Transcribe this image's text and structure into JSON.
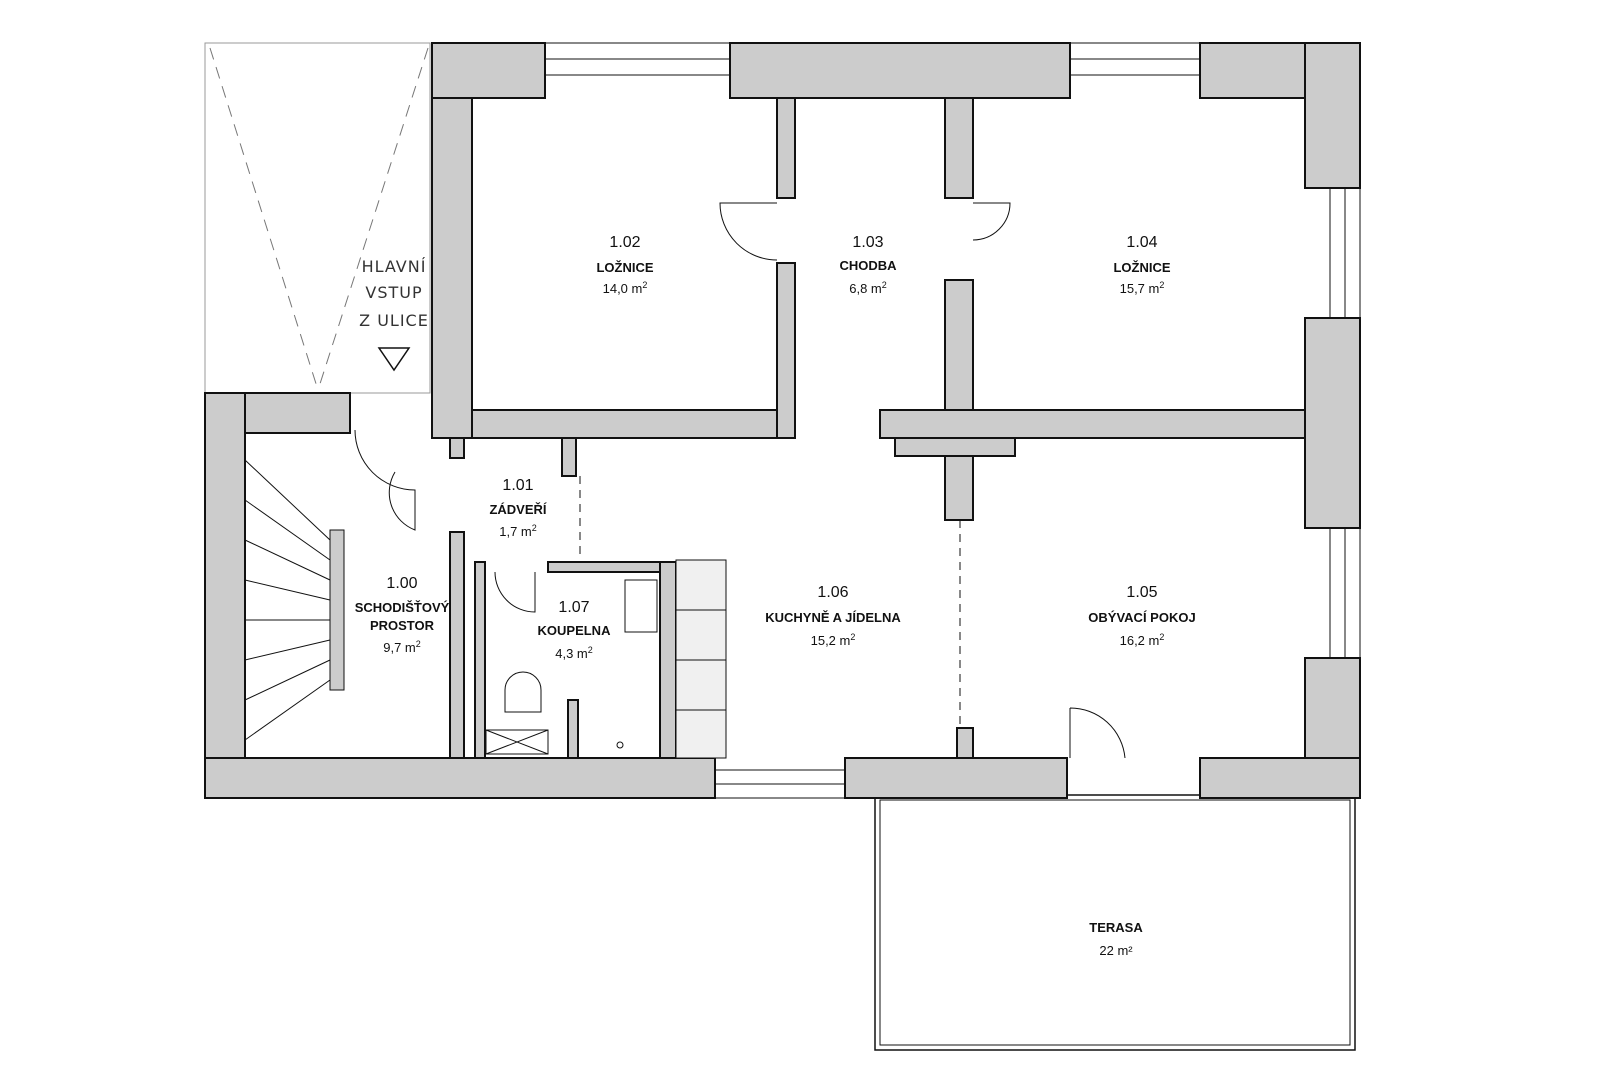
{
  "entrance": {
    "line1": "HLAVNÍ",
    "line2": "VSTUP",
    "line3": "Z ULICE"
  },
  "rooms": [
    {
      "id": "1.00",
      "name_line1": "SCHODIŠŤOVÝ",
      "name_line2": "PROSTOR",
      "area": "9,7 m"
    },
    {
      "id": "1.01",
      "name": "ZÁDVEŘÍ",
      "area": "1,7 m"
    },
    {
      "id": "1.02",
      "name": "LOŽNICE",
      "area": "14,0 m"
    },
    {
      "id": "1.03",
      "name": "CHODBA",
      "area": "6,8 m"
    },
    {
      "id": "1.04",
      "name": "LOŽNICE",
      "area": "15,7 m"
    },
    {
      "id": "1.05",
      "name": "OBÝVACÍ POKOJ",
      "area": "16,2 m"
    },
    {
      "id": "1.06",
      "name": "KUCHYNĚ A JÍDELNA",
      "area": "15,2 m"
    },
    {
      "id": "1.07",
      "name": "KOUPELNA",
      "area": "4,3 m"
    }
  ],
  "terrace": {
    "name": "TERASA",
    "area": "22 m²"
  },
  "unit_sup": "2",
  "colors": {
    "wall_fill": "#cccccc",
    "line": "#111111",
    "fixture": "#f0f0f0"
  }
}
